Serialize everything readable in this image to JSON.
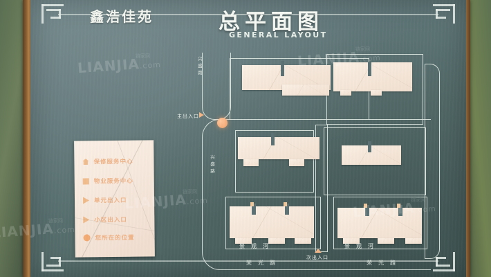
{
  "header": {
    "estate_name": "鑫浩佳苑",
    "title": "总平面图",
    "subtitle": "GENERAL LAYOUT"
  },
  "legend": {
    "items": [
      {
        "icon": "house-icon",
        "label": "保修服务中心"
      },
      {
        "icon": "square-icon",
        "label": "物业服务中心"
      },
      {
        "icon": "triangle-icon",
        "label": "单元出入口"
      },
      {
        "icon": "triangle-icon",
        "label": "小区出入口"
      },
      {
        "icon": "dot-icon",
        "label": "您所在的位置"
      }
    ]
  },
  "map": {
    "entrances": [
      {
        "name": "main-entrance",
        "label": "主出入口"
      },
      {
        "name": "secondary-entrance",
        "label": "次出入口"
      }
    ],
    "you_are_here": "您所在的位置",
    "west_road_label": "兴盛路",
    "rivers": [
      {
        "label": "景观河"
      },
      {
        "label": "景观河"
      }
    ],
    "roads": [
      {
        "label": "荣光路"
      },
      {
        "label": "荣光路"
      }
    ]
  },
  "watermarks": {
    "brand": "LIANJIA",
    "domain": ".com",
    "tag": "链家网"
  },
  "colors": {
    "board_teal": "#566e6d",
    "building_cream": "#f6e8da",
    "accent_orange": "#f0b184",
    "line_white": "#dfe8e2"
  }
}
